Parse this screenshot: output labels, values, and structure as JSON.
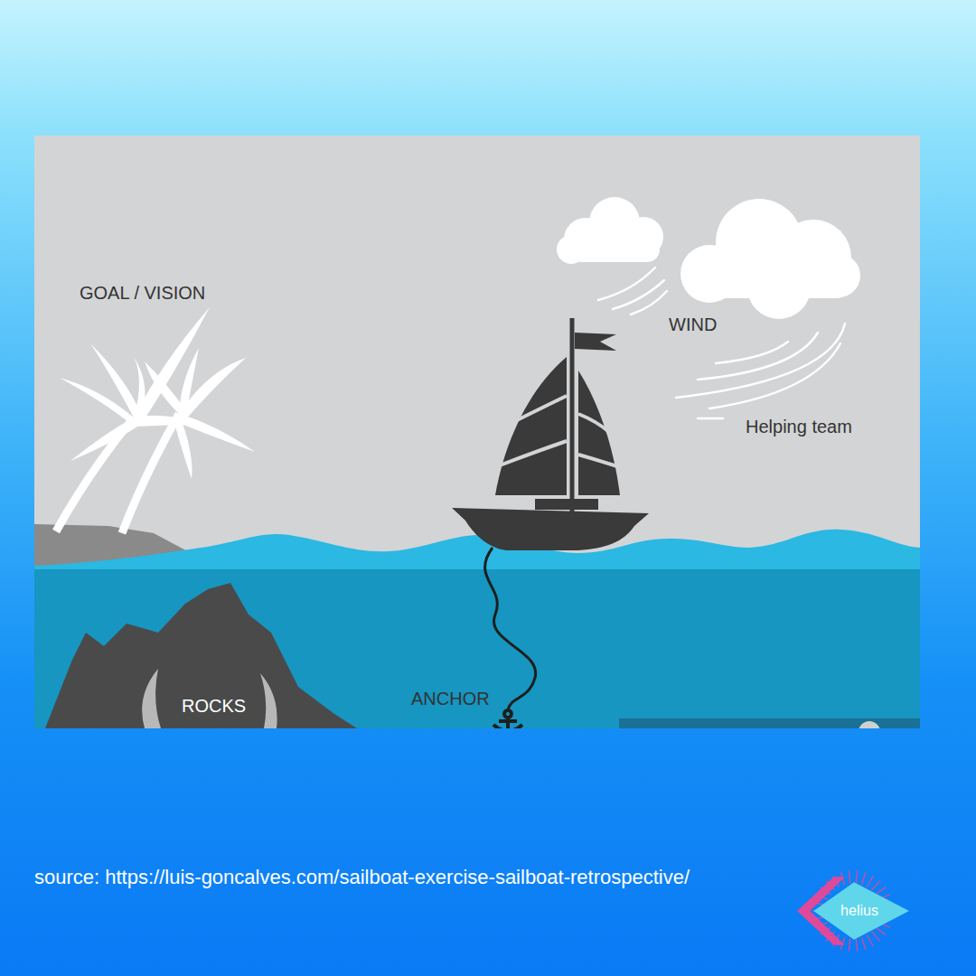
{
  "diagram": {
    "caption": "source: https://luis-goncalves.com/sailboat-exercise-sailboat-retrospective/",
    "nodes": [
      {
        "text": [
          "helius"
        ]
      }
    ],
    "labels": [
      "GOAL / VISION",
      "WIND",
      "Helping team",
      "ROCKS",
      "ANCHOR"
    ]
  }
}
